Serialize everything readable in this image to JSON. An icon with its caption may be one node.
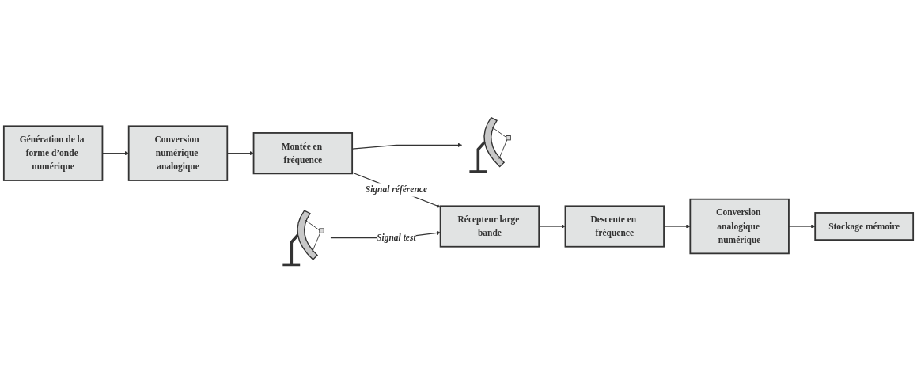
{
  "diagram": {
    "nodes": [
      {
        "text": [
          "Génération de la forme d’onde numérique"
        ]
      },
      {
        "text": [
          "Conversion numérique analogique"
        ]
      },
      {
        "text": [
          "Montée en fréquence"
        ]
      },
      {
        "text": [],
        "shape": "picture"
      },
      {
        "text": [
          "Stockage mémoire"
        ]
      },
      {
        "text": [
          "Conversion analogique numérique"
        ]
      },
      {
        "text": [
          "Descente en fréquence"
        ]
      },
      {
        "text": [
          "Récepteur large bande"
        ]
      },
      {
        "text": [],
        "shape": "picture"
      }
    ],
    "edges": [
      {
        "from": 0,
        "to": 1,
        "arrow": "to"
      },
      {
        "from": 1,
        "to": 2,
        "arrow": "to"
      },
      {
        "from": 2,
        "to": 3,
        "arrow": "to"
      },
      {
        "from": 2,
        "to": 7,
        "arrow": "to",
        "label": "Signal référence"
      },
      {
        "from": 8,
        "to": 7,
        "arrow": "to",
        "label": "Signal test"
      },
      {
        "from": 7,
        "to": 6,
        "arrow": "to"
      },
      {
        "from": 6,
        "to": 5,
        "arrow": "to"
      },
      {
        "from": 5,
        "to": 4,
        "arrow": "to"
      }
    ]
  }
}
